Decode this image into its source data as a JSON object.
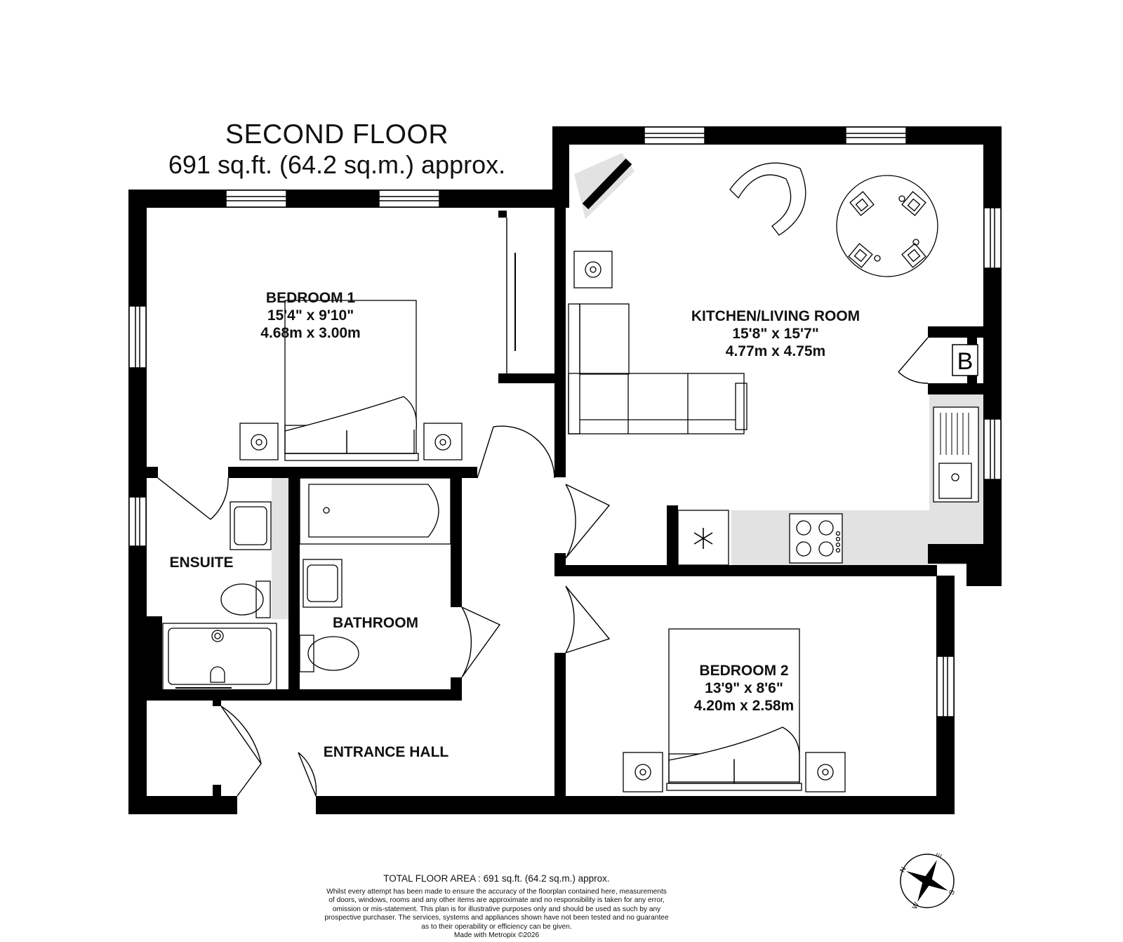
{
  "floor": {
    "name": "SECOND FLOOR",
    "area": "691 sq.ft. (64.2 sq.m.) approx."
  },
  "rooms": {
    "bedroom1": {
      "name": "BEDROOM 1",
      "imperial": "15'4\"  x 9'10\"",
      "metric": "4.68m  x 3.00m"
    },
    "kitchen": {
      "name": "KITCHEN/LIVING ROOM",
      "imperial": "15'8\"  x 15'7\"",
      "metric": "4.77m  x 4.75m"
    },
    "bedroom2": {
      "name": "BEDROOM 2",
      "imperial": "13'9\"  x 8'6\"",
      "metric": "4.20m  x 2.58m"
    },
    "ensuite": {
      "name": "ENSUITE"
    },
    "bathroom": {
      "name": "BATHROOM"
    },
    "hall": {
      "name": "ENTRANCE HALL"
    },
    "boiler": {
      "name": "B"
    }
  },
  "footer": {
    "total": "TOTAL FLOOR AREA : 691 sq.ft. (64.2 sq.m.) approx.",
    "disclaimer_lines": [
      "Whilst every attempt has been made to ensure the accuracy of the floorplan contained here, measurements",
      "of doors, windows, rooms and any other items are approximate and no responsibility is taken for any error,",
      "omission or mis-statement. This plan is for illustrative purposes only and should be used as such by any",
      "prospective purchaser. The services, systems and appliances shown have not been tested and no guarantee",
      "as to their operability or efficiency can be given."
    ],
    "made_with": "Made with Metropix ©2026"
  },
  "compass": {
    "n": "N",
    "e": "E",
    "s": "S",
    "w": "W"
  },
  "colors": {
    "wall": "#000000",
    "fixture_grey": "#e2e2e2",
    "background": "#ffffff"
  }
}
